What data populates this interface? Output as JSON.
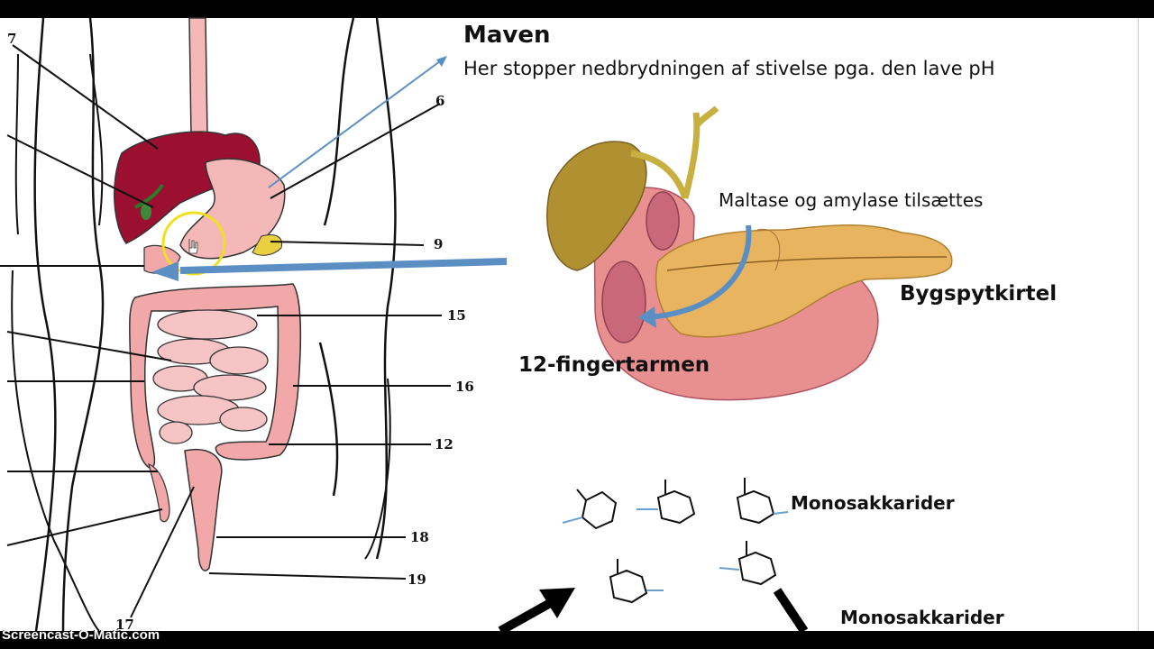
{
  "slide": {
    "title": "Maven",
    "subtitle": "Her stopper nedbrydningen af stivelse pga. den lave pH",
    "enzyme_text": "Maltase og amylase tilsættes",
    "pancreas_label": "Bygspytkirtel",
    "duodenum_label": "12-fingertarmen",
    "mono_label_1": "Monosakkarider",
    "mono_label_2": "Monosakkarider"
  },
  "diagram_numbers": {
    "n7": "7",
    "n6": "6",
    "n9": "9",
    "n15": "15",
    "n16": "16",
    "n12": "12",
    "n18": "18",
    "n19": "19",
    "n17": "17"
  },
  "watermark": "Screencast-O-Matic.com",
  "colors": {
    "arrow_blue": "#5b8fc4",
    "liver": "#9b1030",
    "stomach": "#f4b8b8",
    "intestine": "#f2a8a8",
    "pancreas": "#e8b460",
    "highlight_circle": "#f0e020"
  }
}
